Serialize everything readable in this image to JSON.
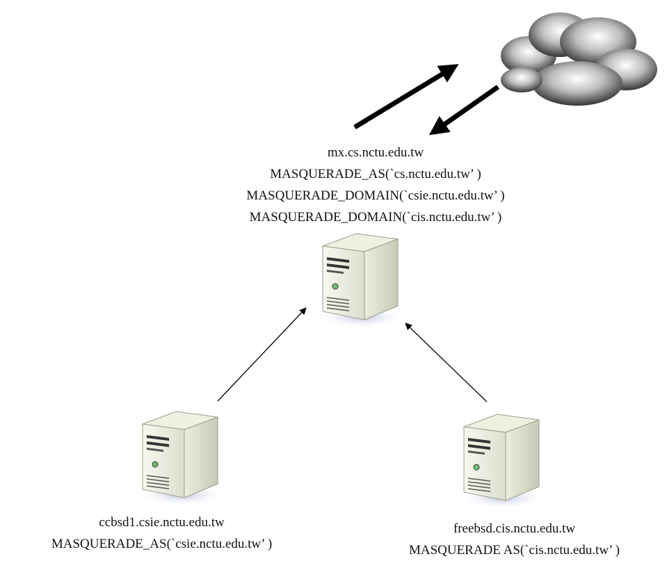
{
  "main_server": {
    "hostname": "mx.cs.nctu.edu.tw",
    "config_lines": [
      "MASQUERADE_AS(`cs.nctu.edu.tw’ )",
      "MASQUERADE_DOMAIN(`csie.nctu.edu.tw’ )",
      "MASQUERADE_DOMAIN(`cis.nctu.edu.tw’ )"
    ]
  },
  "left_server": {
    "hostname": "ccbsd1.csie.nctu.edu.tw",
    "config_lines": [
      "MASQUERADE_AS(`csie.nctu.edu.tw’ )"
    ]
  },
  "right_server": {
    "hostname": "freebsd.cis.nctu.edu.tw",
    "config_lines": [
      "MASQUERADE AS(`cis.nctu.edu.tw’ )"
    ]
  },
  "icons": {
    "cloud": "internet-cloud-icon",
    "server": "tower-server-icon"
  }
}
